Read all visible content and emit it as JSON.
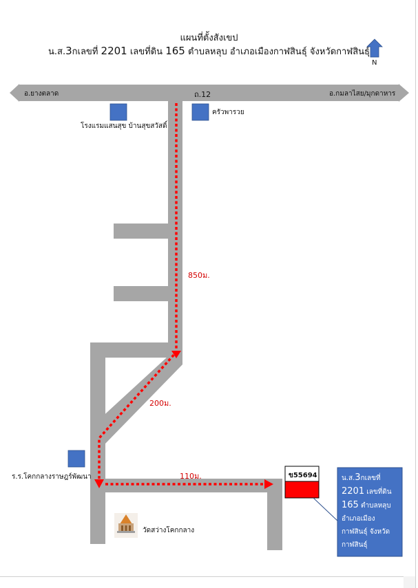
{
  "title": {
    "line1": "แผนที่ตั้งสังเขป",
    "line2_prefix": "น.ส.",
    "line2_num": "3",
    "line2_mid1": "กเลขที่ ",
    "line2_deed": "2201",
    "line2_mid2": " เลขที่ดิน ",
    "line2_land": "165",
    "line2_suffix": " ตำบลหลุบ อำเภอเมืองกาฬสินธุ์ จังหวัดกาฬสินธุ์"
  },
  "north_label": "N",
  "road": {
    "name": "ถ.12",
    "west_dest": "อ.ยางตลาด",
    "east_dest": "อ.กมลาไสย/มุกดาหาร"
  },
  "places": {
    "hotel": "โรงแรมแสนสุข บ้านสุขสวัสดิ์",
    "restaurant": "ครัวพารวย",
    "school": "ร.ร.โคกกลางราษฎร์พัฒนา",
    "temple": "วัดสว่างโคกกลาง"
  },
  "distances": {
    "d1": "850ม.",
    "d2": "200ม.",
    "d3": "110ม."
  },
  "plot": {
    "code": "ข55694"
  },
  "callout": {
    "l1a": "น.ส.",
    "l1b": "3",
    "l1c": "กเลขที่",
    "l2a": "2201",
    "l2b": " เลขที่ดิน",
    "l3a": "165",
    "l3b": " ตำบลหลุบ",
    "l4": "อำเภอเมือง",
    "l5": "กาฬสินธุ์ จังหวัด",
    "l6": "กาฬสินธุ์"
  },
  "colors": {
    "road": "#a6a6a6",
    "route": "#ff0000",
    "marker": "#4472c4",
    "callout": "#4472c4",
    "plot": "#ff0000"
  }
}
